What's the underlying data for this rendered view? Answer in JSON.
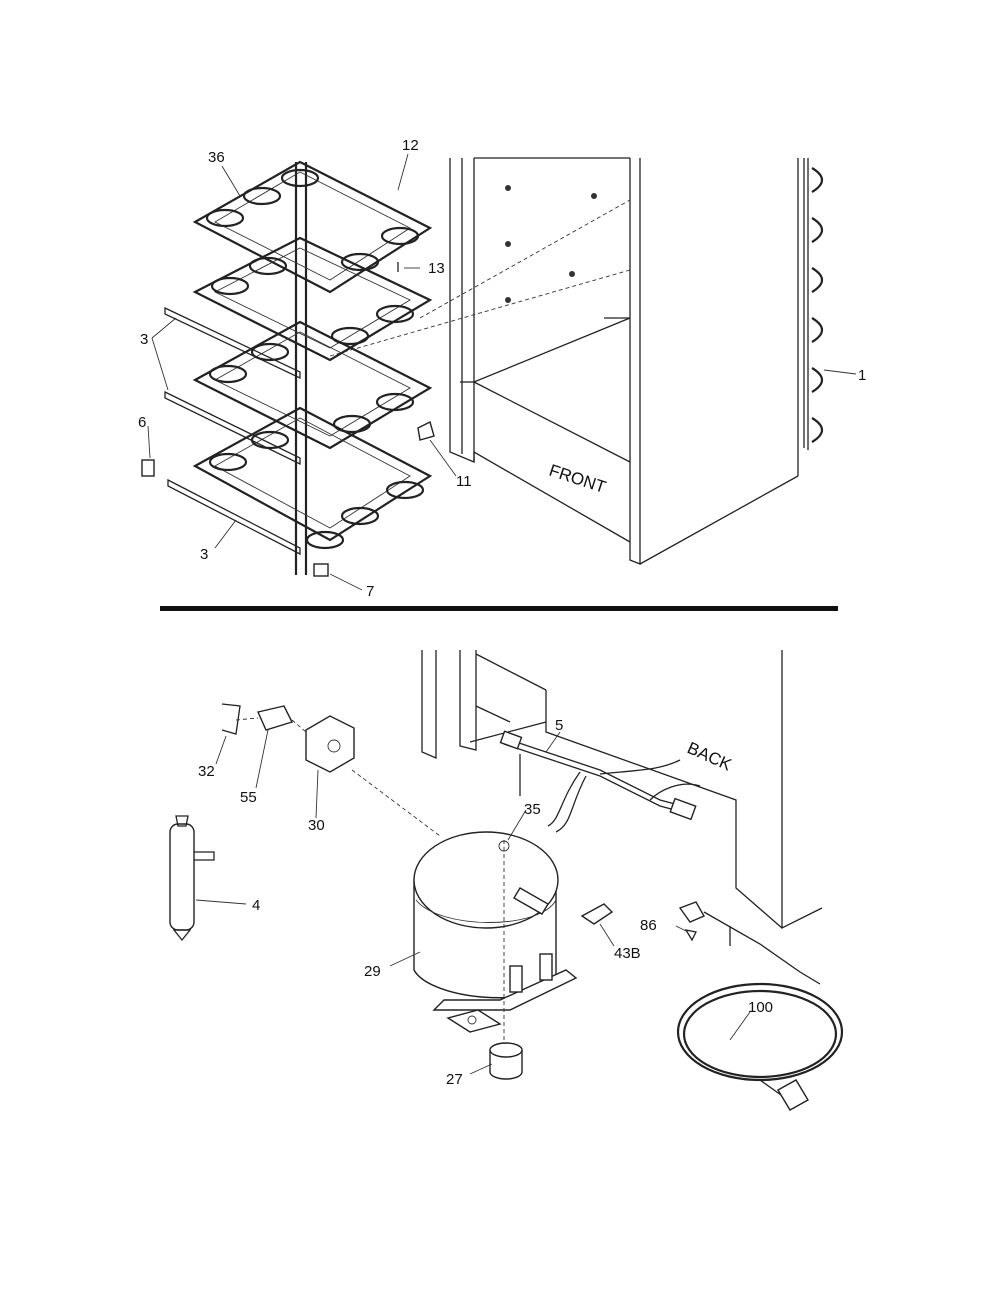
{
  "diagram": {
    "callouts": {
      "p36": "36",
      "p12": "12",
      "p13": "13",
      "p3a": "3",
      "p3b": "3",
      "p6": "6",
      "p11": "11",
      "p7": "7",
      "p1": "1",
      "p5": "5",
      "p32": "32",
      "p55": "55",
      "p30": "30",
      "p35": "35",
      "p4": "4",
      "p86": "86",
      "p43b": "43B",
      "p29": "29",
      "p100": "100",
      "p27": "27"
    },
    "cabinet_front_text": "FRONT",
    "cabinet_back_text": "BACK"
  }
}
